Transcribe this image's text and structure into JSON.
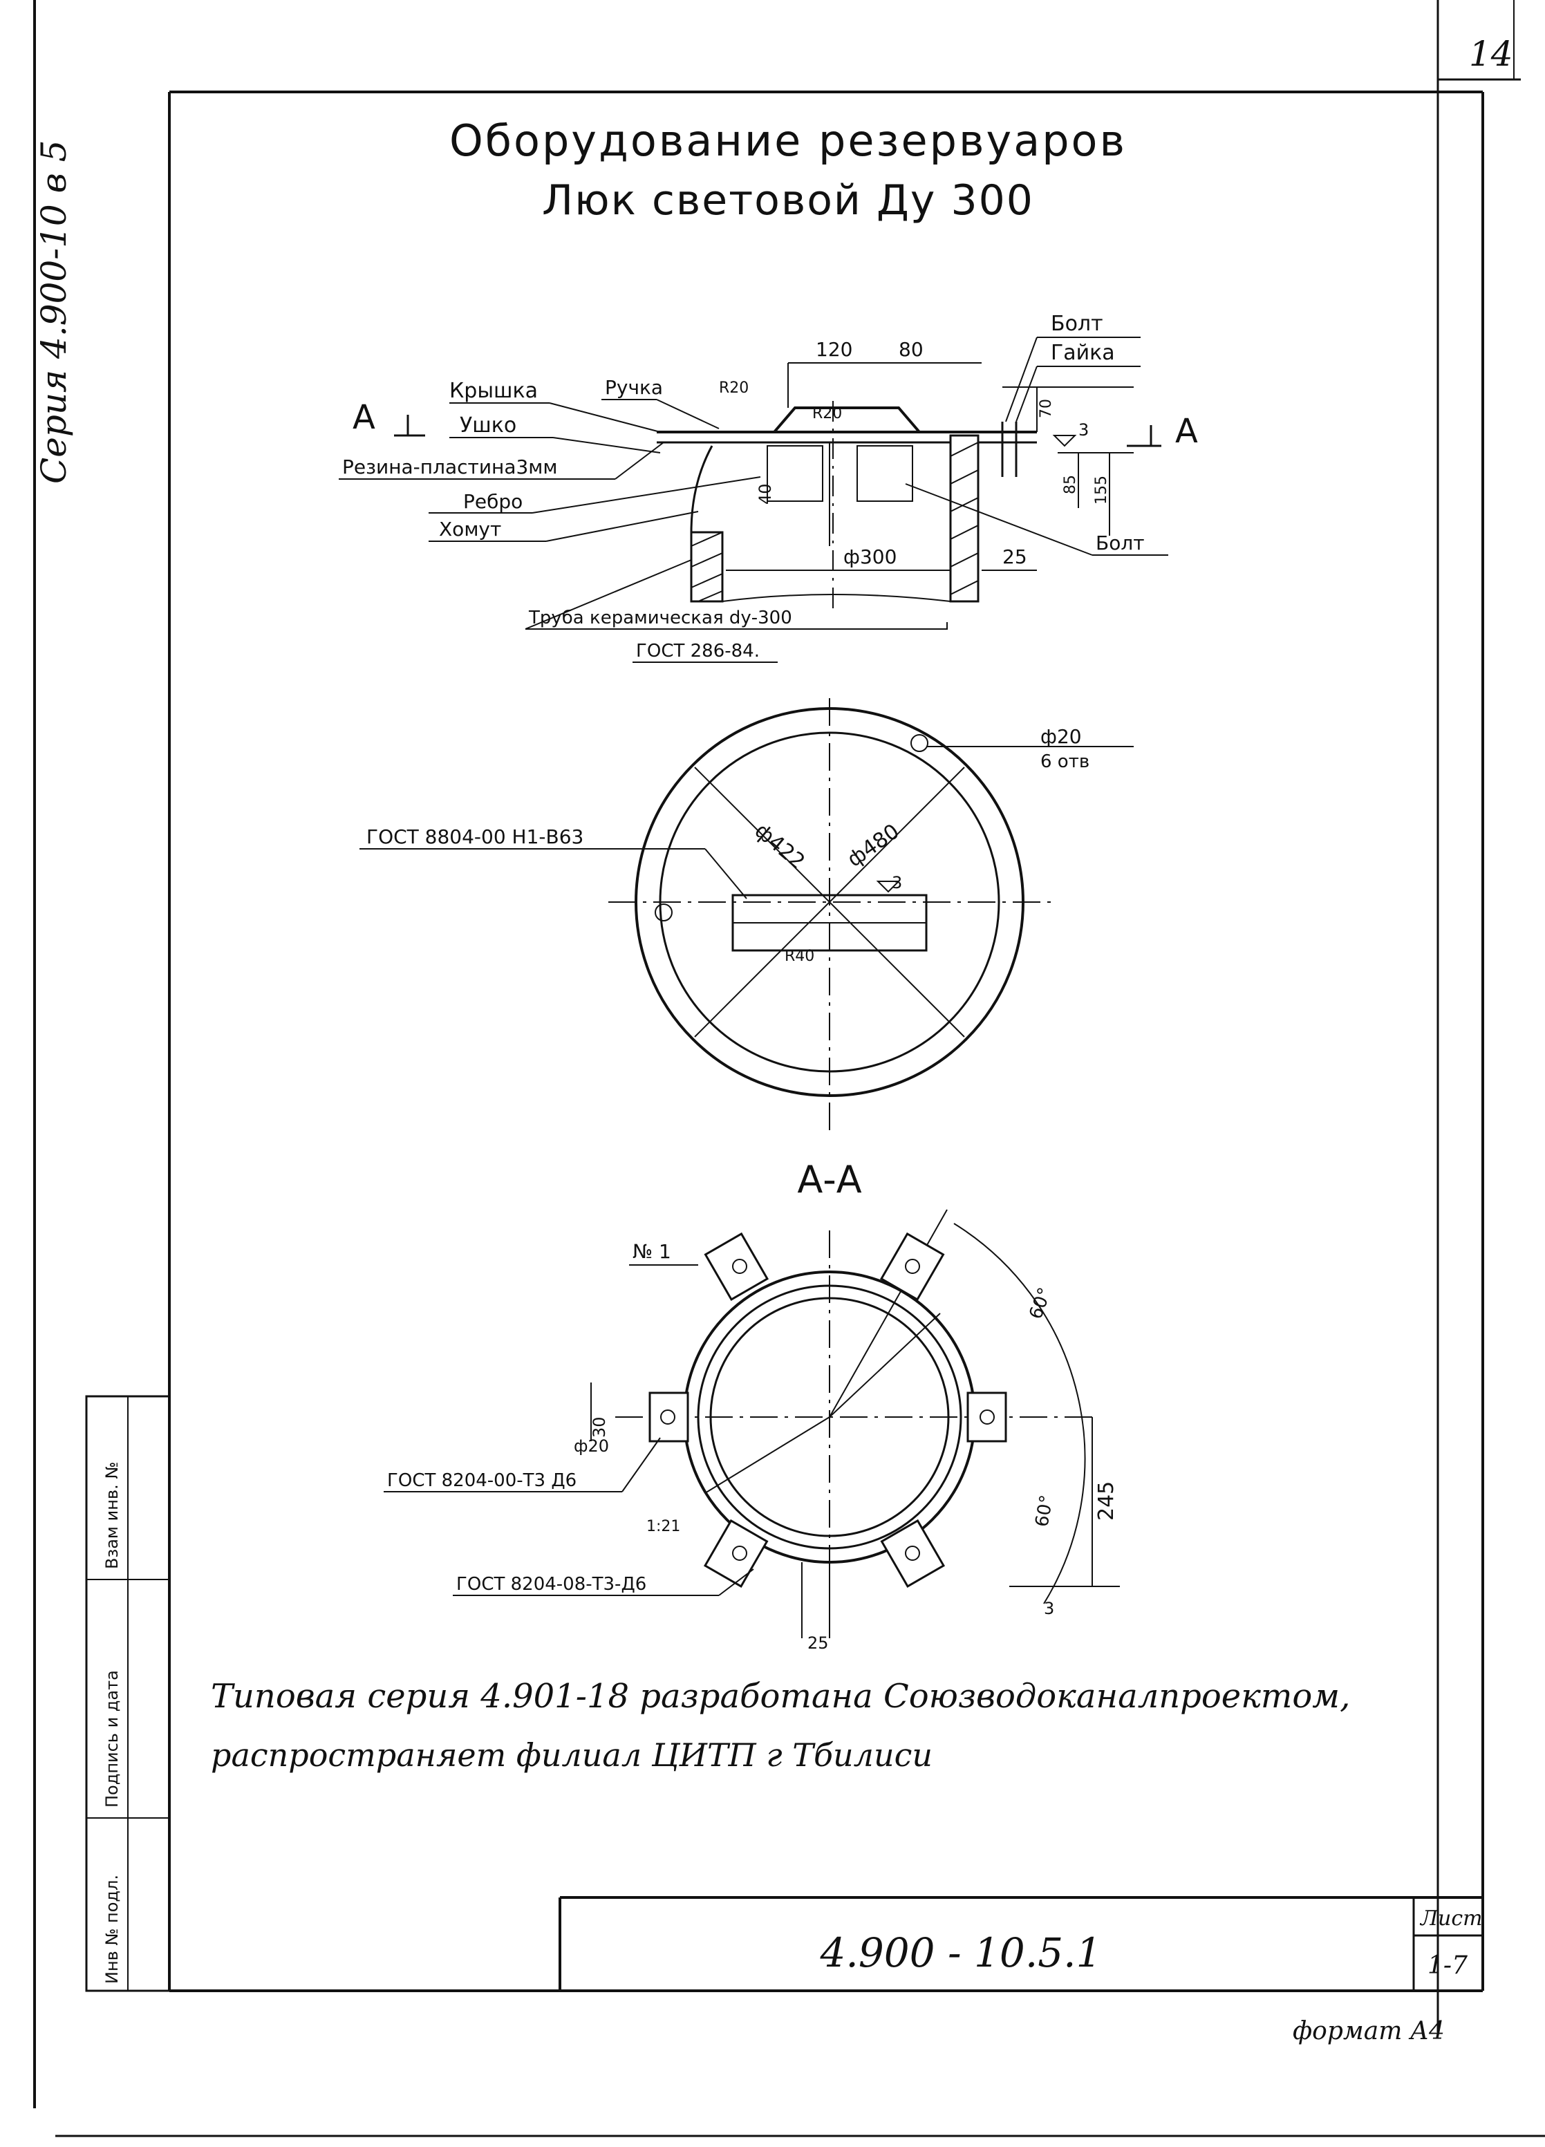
{
  "sheet": {
    "corner_number": "14",
    "series_margin": "Серия 4.900-10 в 5",
    "title_line1": "Оборудование резервуаров",
    "title_line2": "Люк световой Ду 300",
    "note_line1": "Типовая серия 4.901-18 разработана Союзводоканалпроектом,",
    "note_line2": "распространяет филиал ЦИТП г Тбилиси",
    "drawing_code": "4.900 - 10.5.1",
    "sheet_label": "Лист",
    "sheet_number": "1-7",
    "format": "формат А4"
  },
  "side_stamp": {
    "cell1": "Взам инв. №",
    "cell2": "Подпись и дата",
    "cell3": "Инв № подл."
  },
  "section_view": {
    "label_cover": "Крышка",
    "label_handle": "Ручка",
    "label_eye": "Ушко",
    "label_rubber": "Резина-пластина3мм",
    "label_rib": "Ребро",
    "label_clamp": "Хомут",
    "label_bolt_top": "Болт",
    "label_nut": "Гайка",
    "label_bolt_bottom": "Болт",
    "label_pipe": "Труба керамическая dу-300",
    "label_gost": "ГОСТ 286-84.",
    "section_mark": "А",
    "dim_120": "120",
    "dim_80": "80",
    "dim_r20a": "R20",
    "dim_r20b": "R20",
    "dim_70": "70",
    "dim_85": "85",
    "dim_155": "155",
    "dim_40": "40",
    "dim_d300": "ф300",
    "dim_25": "25",
    "weld_3": "3"
  },
  "plan_view": {
    "gost_label": "ГОСТ 8804-00 Н1-В63",
    "dim_d20": "ф20",
    "dim_6holes": "6 отв",
    "dim_d422": "ф422",
    "dim_d480": "ф480",
    "dim_r40": "R40",
    "weld_3": "3"
  },
  "section_aa": {
    "title": "А-А",
    "item_no": "№ 1",
    "gost_label1": "ГОСТ 8204-00-Т3 Д6",
    "gost_label2": "ГОСТ 8204-08-Т3-Д6",
    "dim_60deg": "60°",
    "dim_60deg2": "60°",
    "dim_245": "245",
    "dim_d20": "ф20",
    "dim_30": "30",
    "dim_25": "25",
    "dim_121": "1:21",
    "weld_3": "3"
  }
}
